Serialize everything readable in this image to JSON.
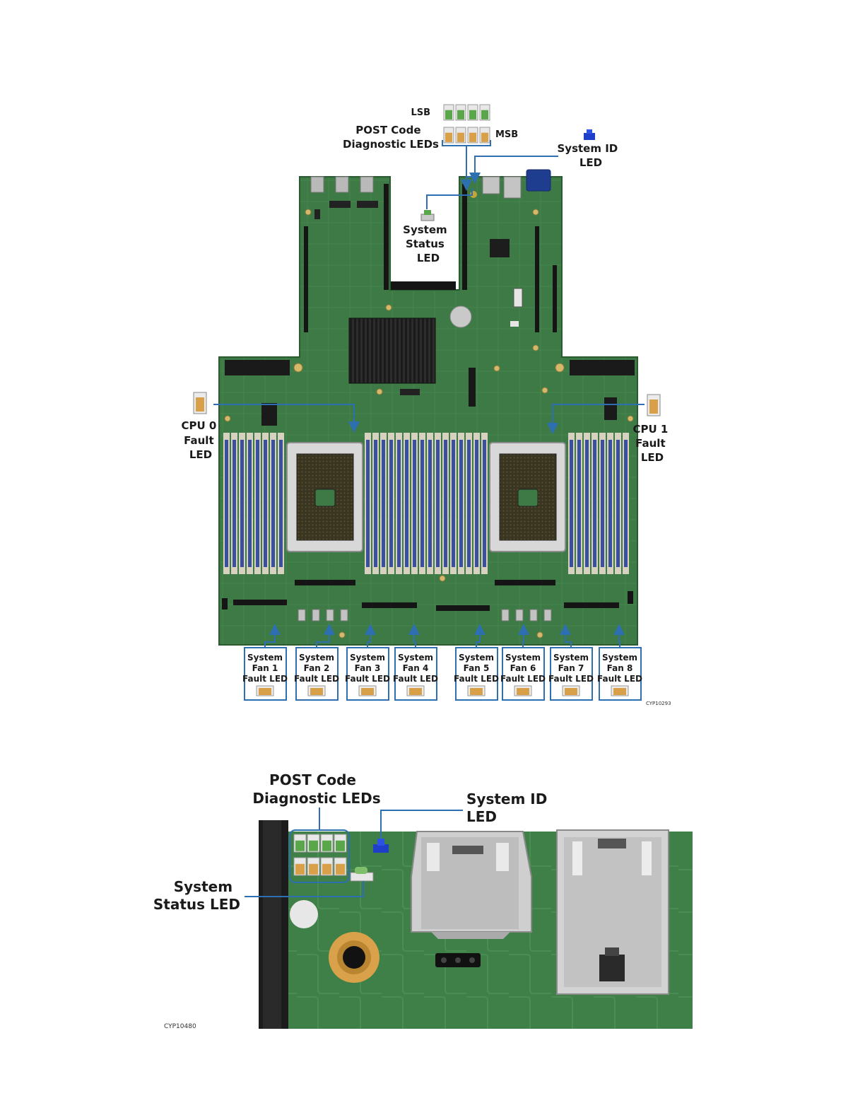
{
  "figure1": {
    "post_code_label": [
      "POST Code",
      "Diagnostic LEDs"
    ],
    "lsb_label": "LSB",
    "msb_label": "MSB",
    "system_id_label": [
      "System ID",
      "LED"
    ],
    "system_status_label": [
      "System",
      "Status",
      "LED"
    ],
    "cpu0_label": [
      "CPU 0",
      "Fault",
      "LED"
    ],
    "cpu1_label": [
      "CPU 1",
      "Fault",
      "LED"
    ],
    "fan_labels": [
      [
        "System",
        "Fan 1",
        "Fault LED"
      ],
      [
        "System",
        "Fan 2",
        "Fault LED"
      ],
      [
        "System",
        "Fan 3",
        "Fault LED"
      ],
      [
        "System",
        "Fan 4",
        "Fault LED"
      ],
      [
        "System",
        "Fan 5",
        "Fault LED"
      ],
      [
        "System",
        "Fan 6",
        "Fault LED"
      ],
      [
        "System",
        "Fan 7",
        "Fault LED"
      ],
      [
        "System",
        "Fan 8",
        "Fault LED"
      ]
    ],
    "figure_code": "CYP10293"
  },
  "figure2": {
    "post_code_label": [
      "POST Code",
      "Diagnostic LEDs"
    ],
    "system_id_label": [
      "System ID",
      "LED"
    ],
    "system_status_label": [
      "System",
      "Status LED"
    ],
    "figure_code": "CYP10480"
  },
  "colors": {
    "board": "#3e7a45",
    "board_dark": "#2f6236",
    "callout_line": "#2d6fb0",
    "led_green": "#5aa64a",
    "led_amber": "#d9a04a",
    "led_blue": "#1f3fc9",
    "dimm_blue": "#3a4f9e"
  }
}
